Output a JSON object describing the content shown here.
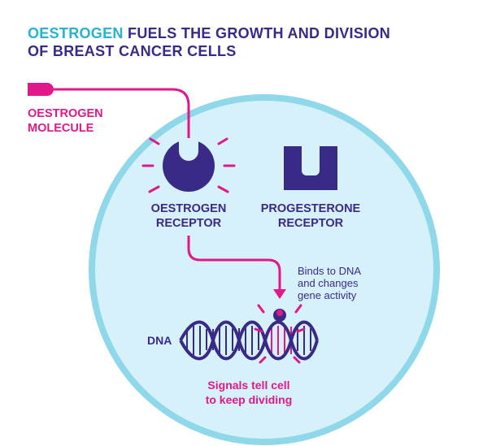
{
  "title": {
    "highlight": "OESTROGEN",
    "line1_rest": "FUELS THE GROWTH AND DIVISION",
    "line2": "OF BREAST CANCER CELLS"
  },
  "labels": {
    "oestrogen_molecule_1": "OESTROGEN",
    "oestrogen_molecule_2": "MOLECULE",
    "oestrogen_receptor_1": "OESTROGEN",
    "oestrogen_receptor_2": "RECEPTOR",
    "progesterone_receptor_1": "PROGESTERONE",
    "progesterone_receptor_2": "RECEPTOR",
    "binds_1": "Binds to DNA",
    "binds_2": "and changes",
    "binds_3": "gene activity",
    "dna": "DNA",
    "signals_1": "Signals tell cell",
    "signals_2": "to keep dividing"
  },
  "colors": {
    "navy": "#3a2a88",
    "magenta": "#e0188a",
    "cell_fill": "#d6f1f9",
    "cell_stroke": "#8ed8ea",
    "accent": "#27b3cf"
  }
}
